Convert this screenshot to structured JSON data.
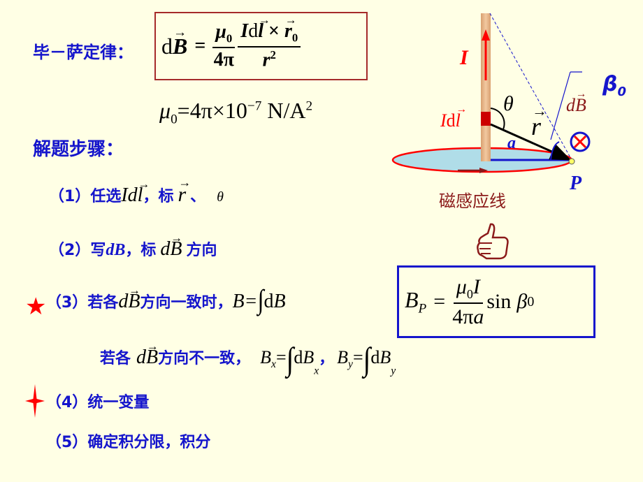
{
  "title": {
    "law_label": "毕－萨定律：",
    "formula": {
      "lhs": "dB",
      "equals": "=",
      "coef_num": "μ",
      "coef_num_sub": "0",
      "coef_den": "4π",
      "main_num_I": "I",
      "main_num_d": "d",
      "main_num_l": "l",
      "main_num_cross": "×",
      "main_num_r": "r",
      "main_num_r_sub": "0",
      "main_den": "r",
      "main_den_sup": "2",
      "box_color": "#A52A2A"
    },
    "mu0": {
      "symbol": "μ",
      "sub": "0",
      "value": "=4π×10",
      "exp": "−7",
      "units": "N/A",
      "units_sup": "2"
    }
  },
  "steps_heading": "解题步骤：",
  "steps": [
    {
      "num": "（1）",
      "text_a": "任选",
      "math_a": "Id",
      "math_a_l": "l",
      "text_b": "，标",
      "math_b": "r",
      "text_c": "、",
      "math_c": "θ"
    },
    {
      "num": "（2）",
      "text_a": "写",
      "math_a": "dB",
      "text_b": "，标",
      "math_b": "dB",
      "text_c": "方向"
    },
    {
      "num": "（3）",
      "text_a": "若各",
      "math_a": "dB",
      "text_b": "方向一致时，",
      "math_b": "B=",
      "integral": "∫",
      "math_c": "dB"
    },
    {
      "text_a": "若各",
      "math_a": "dB",
      "text_b": "方向不一致，",
      "bx": "B",
      "bx_sub": "x",
      "eq": "=",
      "integral": "∫",
      "dbx": "dB",
      "dbx_sub": "x",
      "sep": "，",
      "by": "B",
      "by_sub": "y",
      "dby": "dB",
      "dby_sub": "y"
    },
    {
      "num": "（4）",
      "text_a": "统一变量"
    },
    {
      "num": "（5）",
      "text_a": "确定积分限，积分"
    }
  ],
  "markers": {
    "star_icon_color": "#FF0000",
    "sparkle_icon_color": "#FF0000"
  },
  "diagram": {
    "current_label": "I",
    "element_label_I": "I",
    "element_label_d": "d",
    "element_label_l": "l",
    "theta": "θ",
    "r_label": "r",
    "a_label": "a",
    "dB_label": "dB",
    "beta_label": "β",
    "beta_sub": "0",
    "point_label": "P",
    "field_line_label": "磁感应线",
    "colors": {
      "wire": "#E8B98A",
      "current": "#FF0000",
      "disk_fill": "#B0DDE8",
      "disk_edge": "#FF0000",
      "blue": "#1515CC",
      "dark_red": "#8B1A1A"
    }
  },
  "result": {
    "lhs": "B",
    "lhs_sub": "P",
    "equals": "=",
    "num_mu": "μ",
    "num_sub": "0",
    "num_I": "I",
    "den": "4π",
    "den_a": "a",
    "sin": "sin",
    "beta": "β",
    "beta_sub": "0",
    "box_color": "#1515CC"
  }
}
